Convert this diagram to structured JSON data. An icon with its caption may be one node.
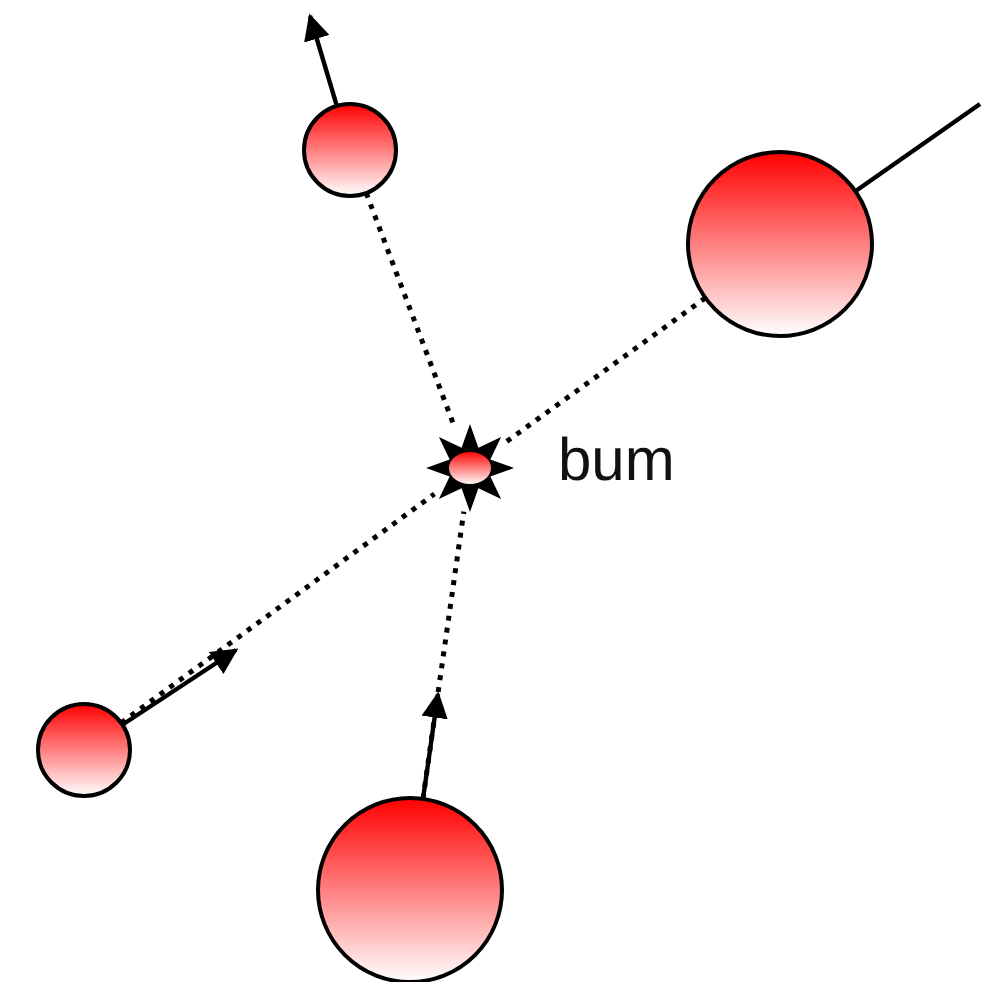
{
  "diagram": {
    "nodes": [
      {
        "text": [],
        "shape": "circle"
      },
      {
        "text": [],
        "shape": "circle"
      },
      {
        "text": [],
        "shape": "star",
        "beside": [
          "bum"
        ]
      },
      {
        "text": [],
        "shape": "circle"
      },
      {
        "text": [],
        "shape": "circle"
      }
    ],
    "edges": [
      {
        "from": 0,
        "to": 2,
        "arrow": "none",
        "style": "dashed"
      },
      {
        "from": 1,
        "to": 2,
        "arrow": "none",
        "style": "dashed"
      },
      {
        "from": 3,
        "to": 2,
        "arrow": "none",
        "style": "dashed"
      },
      {
        "from": 4,
        "to": 2,
        "arrow": "none",
        "style": "dashed"
      },
      {
        "from": 0,
        "to": null,
        "arrow": "to"
      },
      {
        "from": 1,
        "to": null,
        "arrow": "none"
      },
      {
        "from": 3,
        "to": null,
        "arrow": "to"
      },
      {
        "from": 4,
        "to": null,
        "arrow": "to"
      }
    ]
  }
}
